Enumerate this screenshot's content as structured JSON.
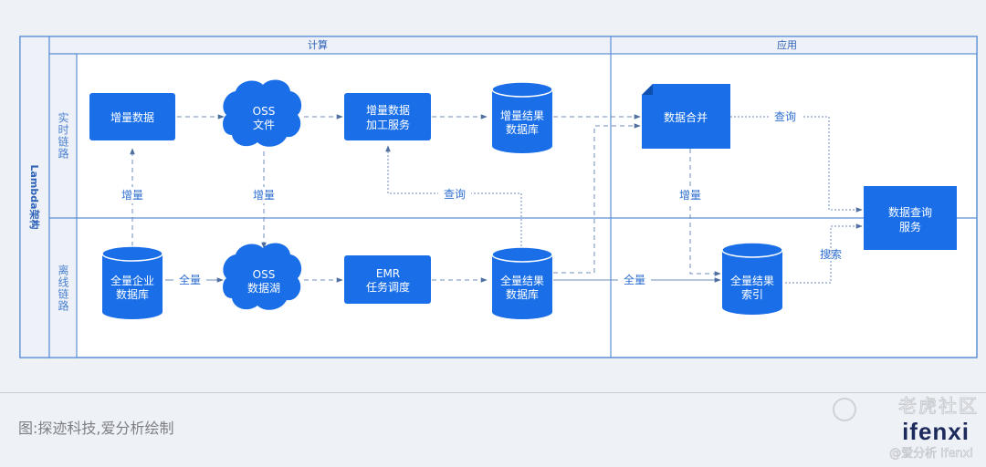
{
  "diagram": {
    "title": "Lambda架构",
    "columns": [
      {
        "id": "compute",
        "label": "计算"
      },
      {
        "id": "app",
        "label": "应用"
      }
    ],
    "lanes": [
      {
        "id": "realtime",
        "label": "实时链路"
      },
      {
        "id": "offline",
        "label": "离线链路"
      }
    ],
    "nodes": {
      "incr_data": {
        "label": [
          "增量数据"
        ],
        "shape": "rounded-rect"
      },
      "oss_file": {
        "label": [
          "OSS",
          "文件"
        ],
        "shape": "cloud"
      },
      "incr_process": {
        "label": [
          "增量数据",
          "加工服务"
        ],
        "shape": "rounded-rect"
      },
      "incr_result_db": {
        "label": [
          "增量结果",
          "数据库"
        ],
        "shape": "cylinder"
      },
      "data_merge": {
        "label": [
          "数据合并"
        ],
        "shape": "card"
      },
      "query_service": {
        "label": [
          "数据查询",
          "服务"
        ],
        "shape": "rect"
      },
      "full_enterprise_db": {
        "label": [
          "全量企业",
          "数据库"
        ],
        "shape": "cylinder"
      },
      "oss_lake": {
        "label": [
          "OSS",
          "数据湖"
        ],
        "shape": "cloud"
      },
      "emr": {
        "label": [
          "EMR",
          "任务调度"
        ],
        "shape": "rounded-rect"
      },
      "full_result_db": {
        "label": [
          "全量结果",
          "数据库"
        ],
        "shape": "cylinder"
      },
      "full_result_index": {
        "label": [
          "全量结果",
          "索引"
        ],
        "shape": "cylinder"
      }
    },
    "edge_labels": {
      "incr1": "增量",
      "incr2": "增量",
      "incr3": "增量",
      "query1": "查询",
      "query2": "查询",
      "full1": "全量",
      "full2": "全量",
      "search": "搜索"
    },
    "colors": {
      "node": "#1a6fe8",
      "frame": "#5b8fd6",
      "header_bg": "#eef2f8",
      "edge": "#5f7fae",
      "label": "#2f6fd0"
    }
  },
  "caption": "图:探迹科技,爱分析绘制",
  "watermark": {
    "line1": "老虎社区",
    "logo": "ifenxi",
    "line2": "@爱分析 ifenxi"
  }
}
